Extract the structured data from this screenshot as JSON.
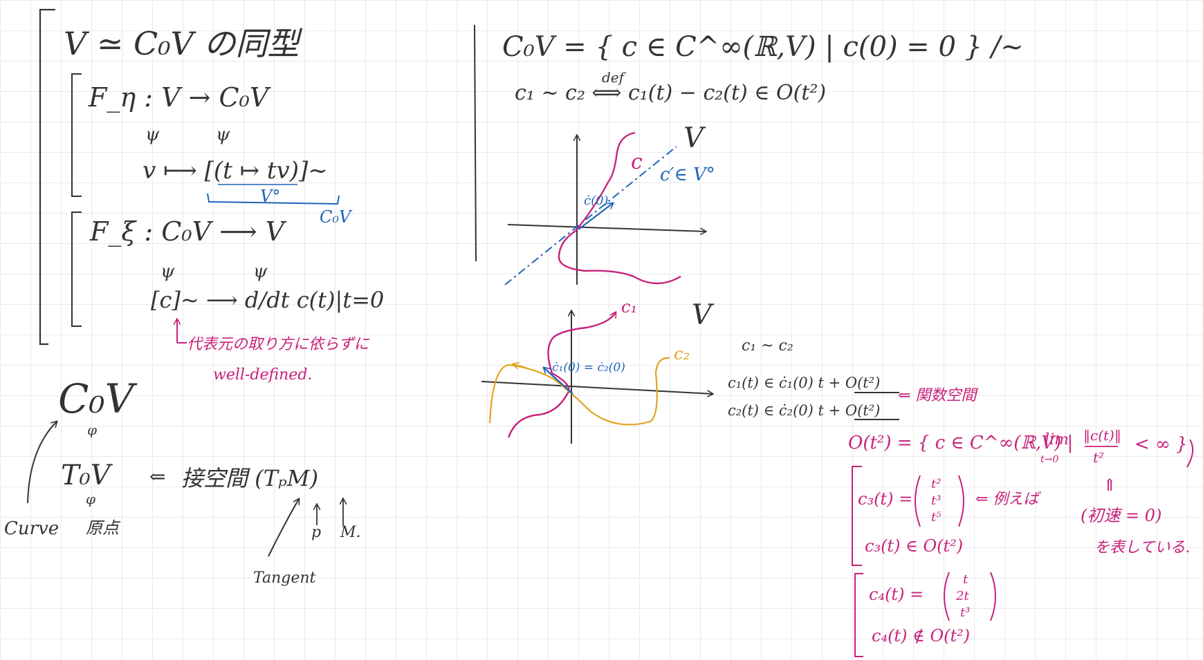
{
  "colors": {
    "ink": "#333333",
    "pink": "#c8207a",
    "blue": "#1f64b8",
    "orange": "#e3a21a",
    "grid": "#e9e9ee"
  },
  "left": {
    "heading": "V ≃ C₀V の同型",
    "fn": {
      "map": "F_η : V → C₀V",
      "in1": "ψ",
      "in2": "ψ",
      "elem": "v ⟼ [(t ↦ tv)]~",
      "underbrace": "V°",
      "target": "C₀V"
    },
    "fs": {
      "map": "F_ξ : C₀V ⟶ V",
      "in1": "ψ",
      "in2": "ψ",
      "elem": "[c]~ ⟶ d/dt c(t)|t=0",
      "note1": "代表元の取り方に依らずに",
      "note2": "well-defined."
    },
    "c0v": {
      "big": "C₀V",
      "sub": "φ",
      "curve": "Curve",
      "genten": "原点"
    },
    "tov": {
      "expr": "T₀V",
      "sub": "φ",
      "arrow": "⇐",
      "label": "接空間 (TₚM)",
      "p": "p",
      "m": "M.",
      "tangent": "Tangent"
    }
  },
  "right": {
    "def": "C₀V = { c ∈ C^∞(ℝ,V) | c(0) = 0 } /~",
    "def_word": "def",
    "equiv": "c₁ ~ c₂ ⟺ c₁(t) − c₂(t) ∈ O(t²)",
    "graph1": {
      "space": "V",
      "curve_label": "c",
      "line_label": "c′∈ V°",
      "deriv_label": "ċ(0)"
    },
    "graph2": {
      "space": "V",
      "c1_label": "c₁",
      "c2_label": "c₂",
      "deriv_label": "ċ₁(0) = ċ₂(0)"
    },
    "rel": {
      "head": "c₁ ~ c₂",
      "line1": "c₁(t) ∈ ċ₁(0) t + O(t²)",
      "line2": "c₂(t) ∈ ċ₂(0) t + O(t²)",
      "note": "⇐ 関数空間"
    },
    "big_o": {
      "def": "O(t²) = { c ∈ C^∞(ℝ,V) |",
      "lim": "lim",
      "lim_sub": "t→0",
      "frac_num": "‖c(t)‖",
      "frac_den": "t²",
      "tail": "< ∞ }",
      "arrow": "⇑",
      "note1": "(初速 = 0)",
      "note2": "を表している."
    },
    "ex3": {
      "lhs": "c₃(t) =",
      "vec": [
        "t²",
        "t³",
        "t⁵"
      ],
      "note": "⇐ 例えば",
      "member": "c₃(t) ∈ O(t²)"
    },
    "ex4": {
      "lhs": "c₄(t) =",
      "vec": [
        "t",
        "2t",
        "t³"
      ],
      "nonmember": "c₄(t) ∉ O(t²)"
    }
  }
}
